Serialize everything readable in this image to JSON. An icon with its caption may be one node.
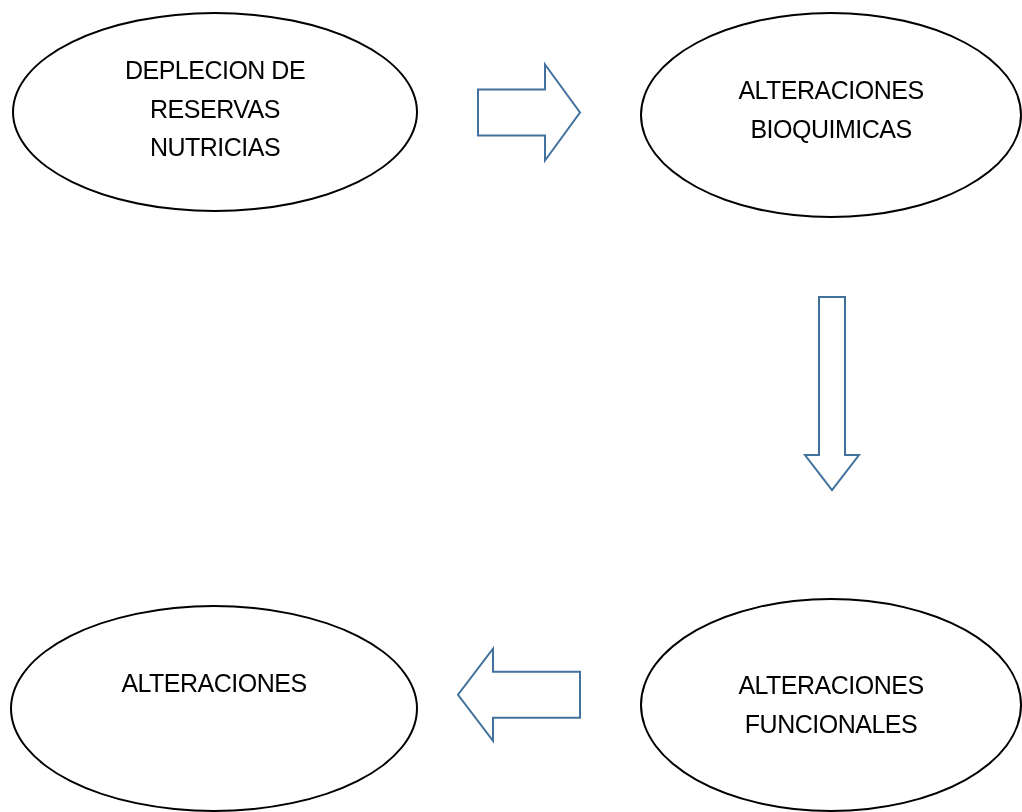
{
  "diagram": {
    "nodes": [
      {
        "text": [
          "DEPLECION DE RESERVAS NUTRICIAS"
        ]
      },
      {
        "text": [
          "ALTERACIONES BIOQUIMICAS"
        ]
      },
      {
        "text": [
          "ALTERACIONES FUNCIONALES"
        ]
      },
      {
        "text": [
          "ALTERACIONES"
        ]
      }
    ],
    "edges": [
      {
        "from": 0,
        "to": 1,
        "arrow": "to"
      },
      {
        "from": 1,
        "to": 2,
        "arrow": "to"
      },
      {
        "from": 2,
        "to": 3,
        "arrow": "to"
      }
    ]
  }
}
